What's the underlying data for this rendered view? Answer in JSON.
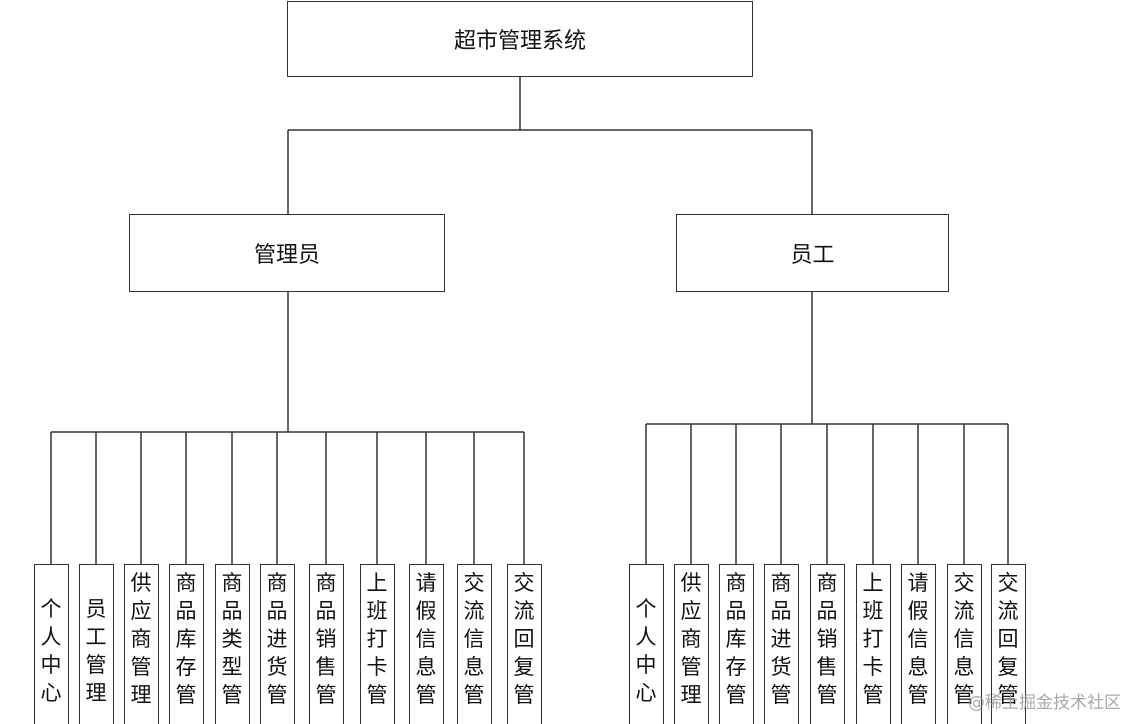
{
  "root": {
    "label": "超市管理系统"
  },
  "admin": {
    "label": "管理员",
    "functions": [
      {
        "label": "个人中心"
      },
      {
        "label": "员工管理"
      },
      {
        "label": "供应商管理"
      },
      {
        "label": "商品库存管"
      },
      {
        "label": "商品类型管"
      },
      {
        "label": "商品进货管"
      },
      {
        "label": "商品销售管"
      },
      {
        "label": "上班打卡管"
      },
      {
        "label": "请假信息管"
      },
      {
        "label": "交流信息管"
      },
      {
        "label": "交流回复管"
      }
    ]
  },
  "employee": {
    "label": "员工",
    "functions": [
      {
        "label": "个人中心"
      },
      {
        "label": "供应商管理"
      },
      {
        "label": "商品库存管"
      },
      {
        "label": "商品进货管"
      },
      {
        "label": "商品销售管"
      },
      {
        "label": "上班打卡管"
      },
      {
        "label": "请假信息管"
      },
      {
        "label": "交流信息管"
      },
      {
        "label": "交流回复管"
      }
    ]
  },
  "watermark": {
    "text": "@稀土掘金技术社区"
  }
}
